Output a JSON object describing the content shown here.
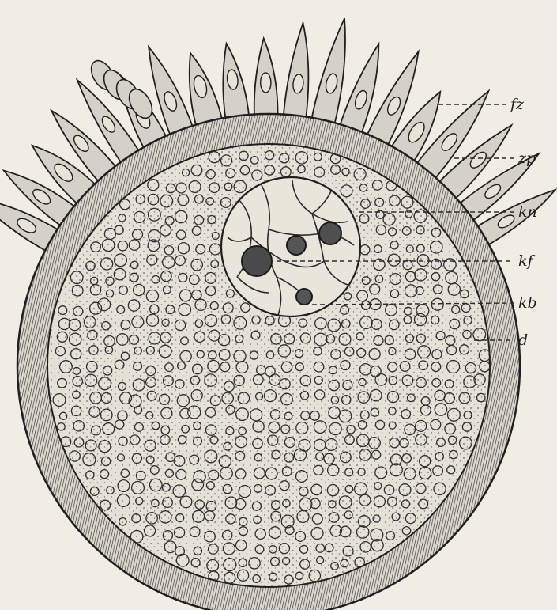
{
  "figure": {
    "labels": [
      "fz",
      "zp",
      "kn",
      "kf",
      "kb",
      "d"
    ],
    "ink_color": "#1f1f1f",
    "paper_color": "#efede4",
    "cell_fill_color": "#d4d2c8"
  }
}
